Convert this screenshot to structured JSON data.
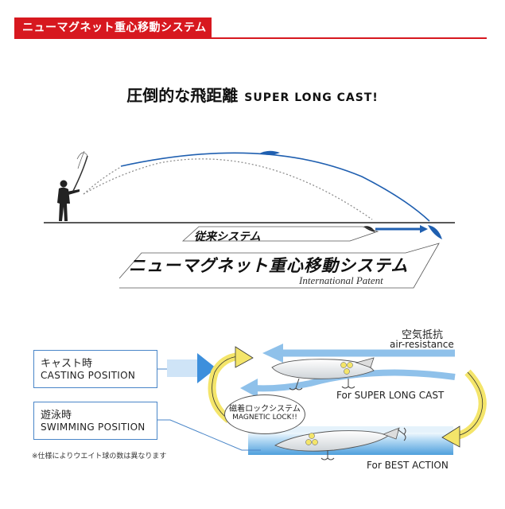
{
  "header": {
    "title": "ニューマグネット重心移動システム"
  },
  "headline": {
    "jp": "圧倒的な飛距離",
    "en": "SUPER LONG CAST!"
  },
  "cast_diagram": {
    "conventional_label": "従来システム",
    "new_system_label": "ニューマグネット重心移動システム",
    "patent_label": "International Patent"
  },
  "mechanism": {
    "casting_box": {
      "jp": "キャスト時",
      "en": "CASTING POSITION"
    },
    "swimming_box": {
      "jp": "遊泳時",
      "en": "SWIMMING POSITION"
    },
    "air_resistance": {
      "jp": "空気抵抗",
      "en": "air-resistance"
    },
    "magnetic_lock": {
      "jp": "磁着ロックシステム",
      "en": "MAGNETIC LOCK!!"
    },
    "super_long_cast": "For SUPER LONG CAST",
    "best_action": "For BEST ACTION",
    "note": "※仕様によりウエイト球の数は異なります"
  },
  "colors": {
    "accent_red": "#d7181f",
    "blue": "#1f5fb0",
    "light_blue": "#9cc8ee",
    "yellow": "#f4e56a"
  }
}
